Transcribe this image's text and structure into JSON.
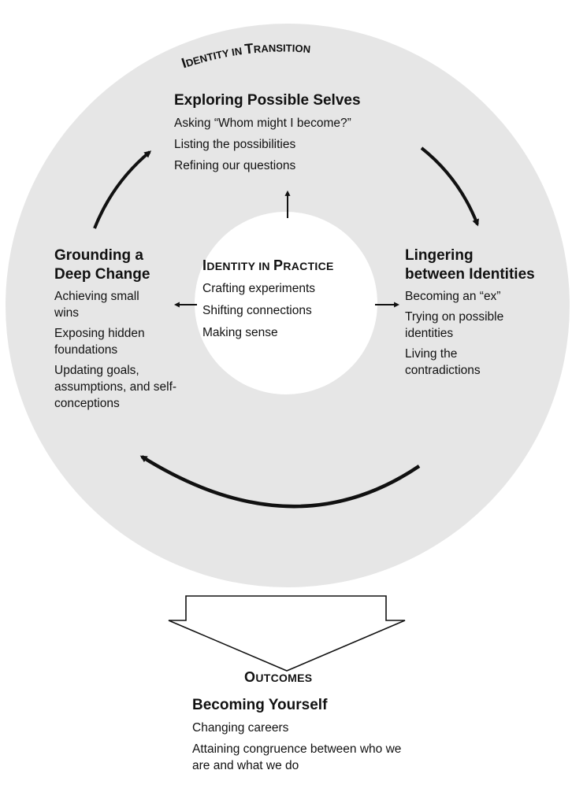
{
  "transition": {
    "title_parts": [
      {
        "cap": "I",
        "rest": "DENTITY IN "
      },
      {
        "cap": "T",
        "rest": "RANSITION"
      }
    ],
    "top": {
      "heading": "Exploring Possible Selves",
      "items": [
        "Asking “Whom might I become?”",
        "Listing the possibilities",
        "Refining our questions"
      ]
    },
    "right": {
      "heading_lines": [
        "Lingering",
        "between Identities"
      ],
      "items": [
        "Becoming an “ex”",
        "Trying on possible identities",
        "Living the contradictions"
      ]
    },
    "left": {
      "heading_lines": [
        "Grounding a",
        "Deep Change"
      ],
      "items": [
        "Achieving small wins",
        "Exposing hidden foundations",
        "Updating goals, assumptions, and self-conceptions"
      ]
    }
  },
  "practice": {
    "title_parts": [
      {
        "cap": "I",
        "rest": "DENTITY IN "
      },
      {
        "cap": "P",
        "rest": "RACTICE"
      }
    ],
    "items": [
      "Crafting experiments",
      "Shifting connections",
      "Making sense"
    ]
  },
  "outcomes": {
    "title_parts": [
      {
        "cap": "O",
        "rest": "UTCOMES"
      }
    ],
    "heading": "Becoming Yourself",
    "items": [
      "Changing careers",
      "Attaining congruence between who we are and what we do"
    ]
  },
  "colors": {
    "ring": "#e6e6e6",
    "inner": "#ffffff",
    "ink": "#111111"
  }
}
